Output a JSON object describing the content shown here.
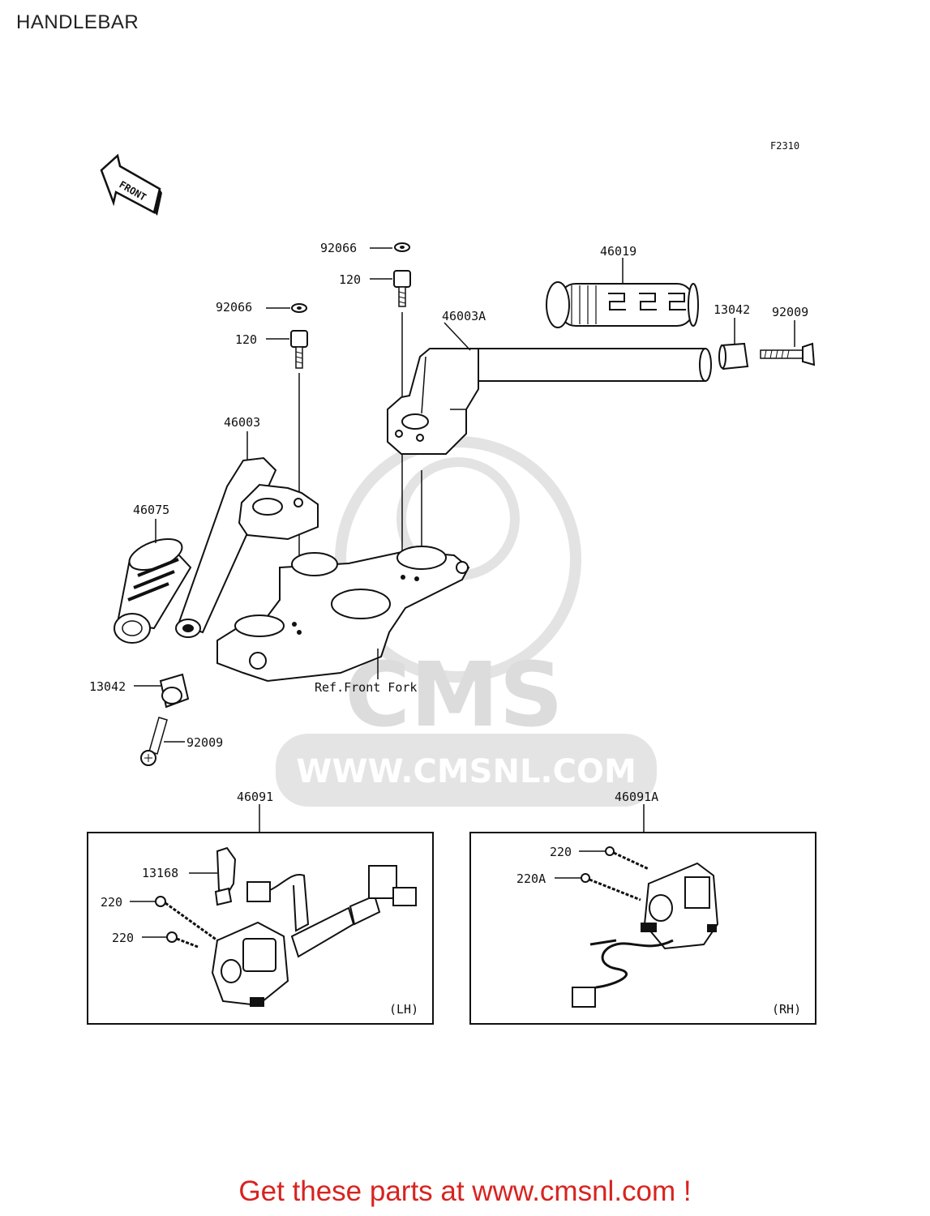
{
  "page": {
    "title": "HANDLEBAR",
    "figure_code": "F2310",
    "front_arrow": "FRONT",
    "reference_note": "Ref.Front Fork",
    "footer_link": "Get these parts at www.cmsnl.com !"
  },
  "watermark": {
    "logo": "CMS",
    "url": "WWW.CMSNL.COM"
  },
  "part_labels": {
    "washer_right": "92066",
    "bolt_right": "120",
    "washer_left": "92066",
    "bolt_left": "120",
    "handlebar_right": "46003A",
    "grip_right": "46019",
    "weight_right": "13042",
    "screw_right": "92009",
    "handlebar_left": "46003",
    "grip_left": "46075",
    "weight_left": "13042",
    "screw_left": "92009",
    "switch_left": "46091",
    "switch_right": "46091A"
  },
  "switch_lh": {
    "label_13168": "13168",
    "label_220_a": "220",
    "label_220_b": "220",
    "side": "(LH)"
  },
  "switch_rh": {
    "label_220": "220",
    "label_220A": "220A",
    "side": "(RH)"
  }
}
